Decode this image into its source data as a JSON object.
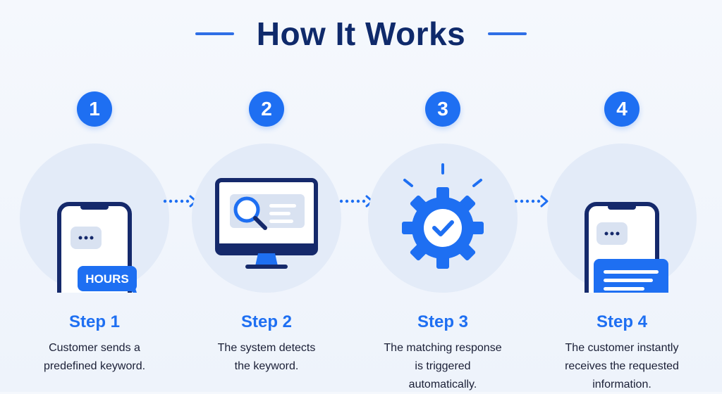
{
  "header": {
    "title": "How It Works"
  },
  "colors": {
    "accent": "#1e6ff2",
    "navy": "#0f2a6b",
    "circle": "#e3ebf8"
  },
  "steps": [
    {
      "number": "1",
      "label": "Step 1",
      "description": "Customer sends a\npredefined keyword.",
      "icon": "phone-chat-icon",
      "bubble_text": "HOURS"
    },
    {
      "number": "2",
      "label": "Step 2",
      "description": "The system detects\nthe keyword.",
      "icon": "monitor-search-icon"
    },
    {
      "number": "3",
      "label": "Step 3",
      "description": "The matching response\nis triggered\nautomatically.",
      "icon": "gear-check-icon"
    },
    {
      "number": "4",
      "label": "Step 4",
      "description": "The customer instantly\nreceives the requested\ninformation.",
      "icon": "phone-message-icon"
    }
  ]
}
